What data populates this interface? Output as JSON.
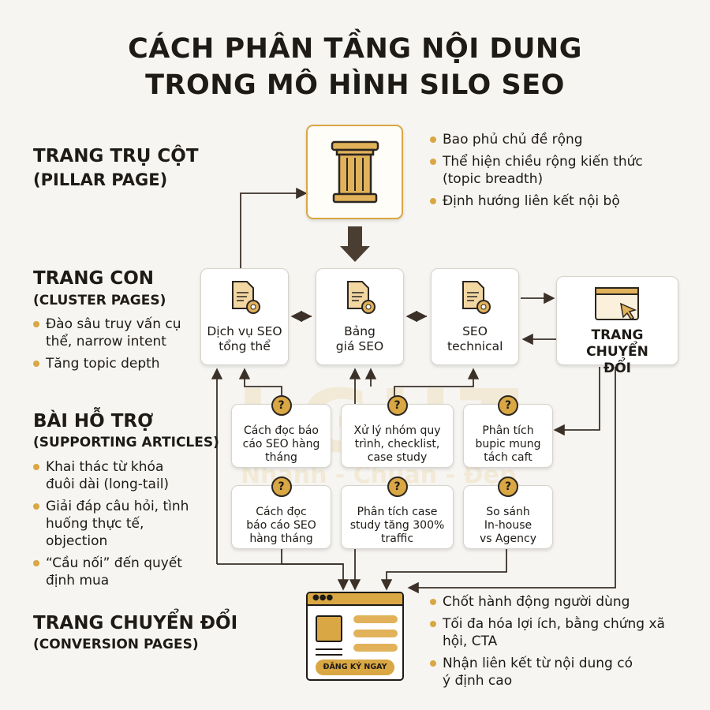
{
  "title": {
    "line1": "CÁCH PHÂN TẦNG NỘI DUNG",
    "line2": "TRONG MÔ HÌNH SILO SEO"
  },
  "watermark": {
    "logo": "LGHT",
    "tagline": "Nhanh - Chuẩn - Đẹp"
  },
  "colors": {
    "accent": "#d9a743",
    "ink": "#1e1a16",
    "background": "#f6f5f2"
  },
  "pillar": {
    "label": "TRANG TRỤ CỘT",
    "sublabel": "(PILLAR PAGE)",
    "icon": "pillar-icon",
    "bullets": [
      "Bao phủ chủ đề rộng",
      "Thể hiện chiều rộng kiến thức (topic breadth)",
      "Định hướng liên kết nội bộ"
    ]
  },
  "cluster": {
    "label": "TRANG CON",
    "sublabel": "(CLUSTER PAGES)",
    "bullets": [
      "Đào sâu truy vấn cụ thể, narrow intent",
      "Tăng topic depth"
    ],
    "pages": [
      {
        "title": "Dịch vụ SEO tổng thể",
        "icon": "document-gear-icon"
      },
      {
        "title": "Bảng giá SEO",
        "icon": "document-gear-icon"
      },
      {
        "title": "SEO technical",
        "icon": "document-gear-icon"
      }
    ],
    "conversion_card": {
      "title": "TRANG CHUYỂN ĐỔI",
      "icon": "browser-cursor-icon"
    }
  },
  "supporting": {
    "label": "BÀI HỖ TRỢ",
    "sublabel": "(SUPPORTING ARTICLES)",
    "bullets": [
      "Khai thác từ khóa đuôi dài (long-tail)",
      "Giải đáp câu hỏi, tình huống thực tế, objection",
      "“Cầu nối” đến quyết định mua"
    ],
    "articles": [
      "Cách đọc báo cáo SEO hàng tháng",
      "Xử lý nhóm quy trình, checklist, case study",
      "Phân tích bupic mung tách caft",
      "Cách đọc báo cáo SEO hàng tháng",
      "Phân tích case study tăng 300% traffic",
      "So sánh In-house vs Agency"
    ],
    "icon": "question-bubble-icon",
    "icon_glyph": "?"
  },
  "conversion": {
    "label": "TRANG CHUYỂN ĐỔI",
    "sublabel": "(CONVERSION PAGES)",
    "button": "ĐĂNG KÝ NGAY",
    "bullets": [
      "Chốt hành động người dùng",
      "Tối đa hóa lợi ích, bằng chứng xã hội, CTA",
      "Nhận liên kết từ nội dung có ý định cao"
    ]
  }
}
